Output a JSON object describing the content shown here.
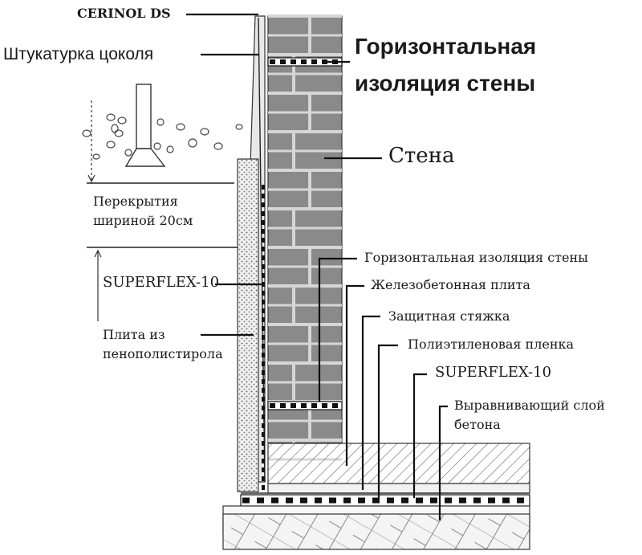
{
  "labels": {
    "cerinol": "CERINOL DS",
    "plaster": "Штукатурка цоколя",
    "horiz_title_1": "Горизонтальная",
    "horiz_title_2": "изоляция стены",
    "wall": "Стена",
    "slab_1": "Перекрытия",
    "slab_2": "шириной 20см",
    "superflex_left": "SUPERFLEX-10",
    "eps_1": "Плита из",
    "eps_2": "пенополистирола",
    "horiz_small": "Горизонтальная изоляция стены",
    "rc_slab": "Железобетонная плита",
    "screed": "Защитная стяжка",
    "pe_film": "Полиэтиленовая пленка",
    "superflex_right": "SUPERFLEX-10",
    "leveling_1": "Выравнивающий слой",
    "leveling_2": "бетона"
  },
  "colors": {
    "brick": "#8a8a8a",
    "mortar": "#d0d0d0",
    "line": "#111111",
    "hatch": "#555555"
  }
}
